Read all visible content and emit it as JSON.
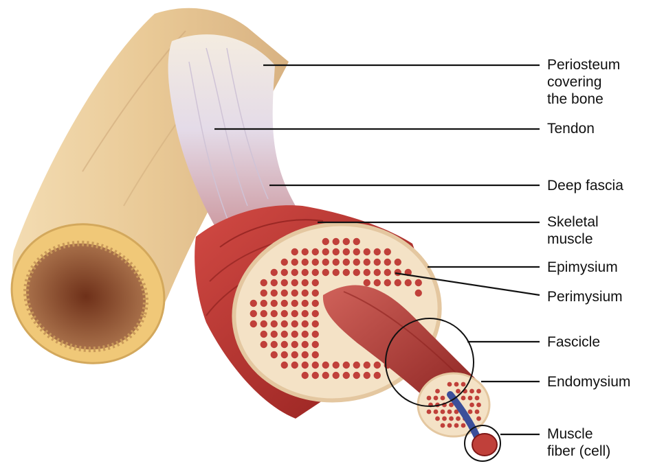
{
  "labels": [
    {
      "id": "periosteum",
      "text": "Periosteum\ncovering\nthe bone"
    },
    {
      "id": "tendon",
      "text": "Tendon"
    },
    {
      "id": "deep-fascia",
      "text": "Deep fascia"
    },
    {
      "id": "skeletal-muscle",
      "text": "Skeletal\nmuscle"
    },
    {
      "id": "epimysium",
      "text": "Epimysium"
    },
    {
      "id": "perimysium",
      "text": "Perimysium"
    },
    {
      "id": "fascicle",
      "text": "Fascicle"
    },
    {
      "id": "endomysium",
      "text": "Endomysium"
    },
    {
      "id": "muscle-fiber",
      "text": "Muscle\nfiber (cell)"
    }
  ],
  "colors": {
    "bone": "#ecd3a6",
    "marrow": "#7a3f22",
    "tendon": "#e8e0ea",
    "muscle": "#b52d2a",
    "muscle_dark": "#7e1716",
    "connective": "#f4e2c6",
    "fiber": "#c0403a",
    "vessel": "#3c4f9a",
    "leader": "#111111"
  }
}
